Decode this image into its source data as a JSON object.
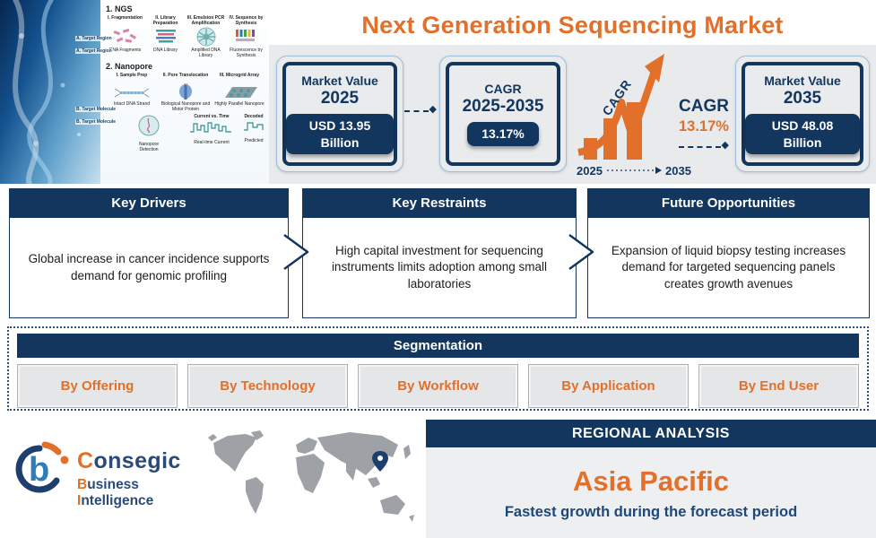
{
  "title": "Next Generation Sequencing Market",
  "colors": {
    "navy": "#13365E",
    "orange": "#E2702B",
    "band_gray": "#E8EAEC",
    "panel_gray": "#EDEFF1",
    "segment_gray": "#E5E6E8",
    "map_gray": "#9EA2A6"
  },
  "icons": {
    "diamond": "◆"
  },
  "hero": {
    "ngs": {
      "heading": "1. NGS",
      "steps": [
        "I. Fragmentation",
        "II. Library Preparation",
        "III. Emulsion PCR Amplification",
        "IV. Sequence by Synthesis"
      ],
      "captions": [
        "DNA Fragments",
        "DNA Library",
        "Amplified DNA Library",
        "Fluorescence by Synthesis"
      ],
      "target_labels": [
        "A. Target Region",
        "A. Target Region"
      ]
    },
    "nanopore": {
      "heading": "2. Nanopore",
      "steps": [
        "I. Sample Prep",
        "II. Pore Translocation",
        "III. Microgrid Array"
      ],
      "captions": [
        "Intact DNA Strand",
        "Biological Nanopore and Motor Protein",
        "Highly Parallel Nanopore"
      ],
      "target_labels": [
        "B. Target Molecule",
        "B. Target Molecule"
      ],
      "detection_label": "Nanopore Detection",
      "chart_title": "Current vs. Time",
      "chart_caption": "Real-time Current",
      "decoded_label": "Decoded",
      "predicted_label": "Predicted"
    }
  },
  "stats": {
    "market_2025": {
      "label": "Market Value",
      "year": "2025",
      "value": "USD 13.95 Billion"
    },
    "cagr": {
      "label": "CAGR",
      "year": "2025-2035",
      "value": "13.17%"
    },
    "market_2035": {
      "label": "Market Value",
      "year": "2035",
      "value": "USD 48.08 Billion"
    },
    "growth": {
      "arrow_label": "CAGR",
      "cagr_label": "CAGR",
      "cagr_value": "13.17%",
      "start_year": "2025",
      "end_year": "2035"
    }
  },
  "insights": [
    {
      "title": "Key Drivers",
      "body": "Global increase in cancer incidence supports demand for genomic profiling"
    },
    {
      "title": "Key Restraints",
      "body": "High capital investment for sequencing instruments limits adoption among small laboratories"
    },
    {
      "title": "Future Opportunities",
      "body": "Expansion of liquid biopsy testing increases demand for targeted sequencing panels creates growth avenues"
    }
  ],
  "segmentation": {
    "title": "Segmentation",
    "items": [
      "By Offering",
      "By Technology",
      "By Workflow",
      "By Application",
      "By End User"
    ]
  },
  "regional": {
    "header": "REGIONAL ANALYSIS",
    "region": "Asia Pacific",
    "subtitle": "Fastest growth during the forecast period"
  },
  "brand": {
    "c": "C",
    "onsegic": "onsegic",
    "b": "B",
    "usiness": "usiness",
    "i": "I",
    "ntelligence": "ntelligence"
  }
}
